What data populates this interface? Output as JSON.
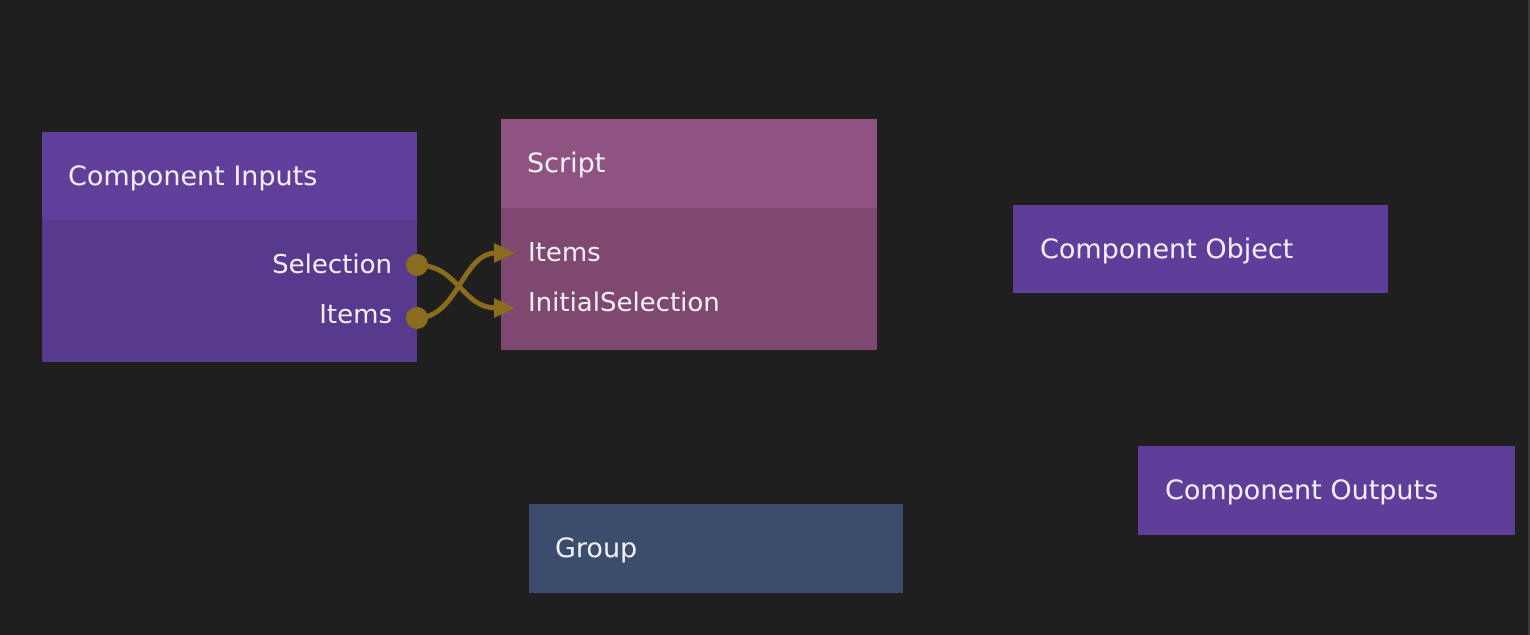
{
  "canvas": {
    "background_color": "#1f1f1f",
    "text_color": "#f2eef6",
    "wire_color": "#8a6c1e"
  },
  "nodes": [
    {
      "id": "component-inputs",
      "title": "Component Inputs",
      "header_color": "#603f9b",
      "body_color": "#57398e",
      "ports": [
        "Selection",
        "Items"
      ],
      "port_side": "output"
    },
    {
      "id": "script",
      "title": "Script",
      "header_color": "#8e5381",
      "body_color": "#7f4870",
      "ports": [
        "Items",
        "InitialSelection"
      ],
      "port_side": "input"
    },
    {
      "id": "component-object",
      "title": "Component Object",
      "color": "#5e3e99"
    },
    {
      "id": "component-outputs",
      "title": "Component Outputs",
      "color": "#5e3e99"
    },
    {
      "id": "group",
      "title": "Group",
      "color": "#3b4c6c"
    }
  ],
  "connections": [
    {
      "from": "Component Inputs.Selection",
      "to": "Script.InitialSelection"
    },
    {
      "from": "Component Inputs.Items",
      "to": "Script.Items"
    }
  ]
}
